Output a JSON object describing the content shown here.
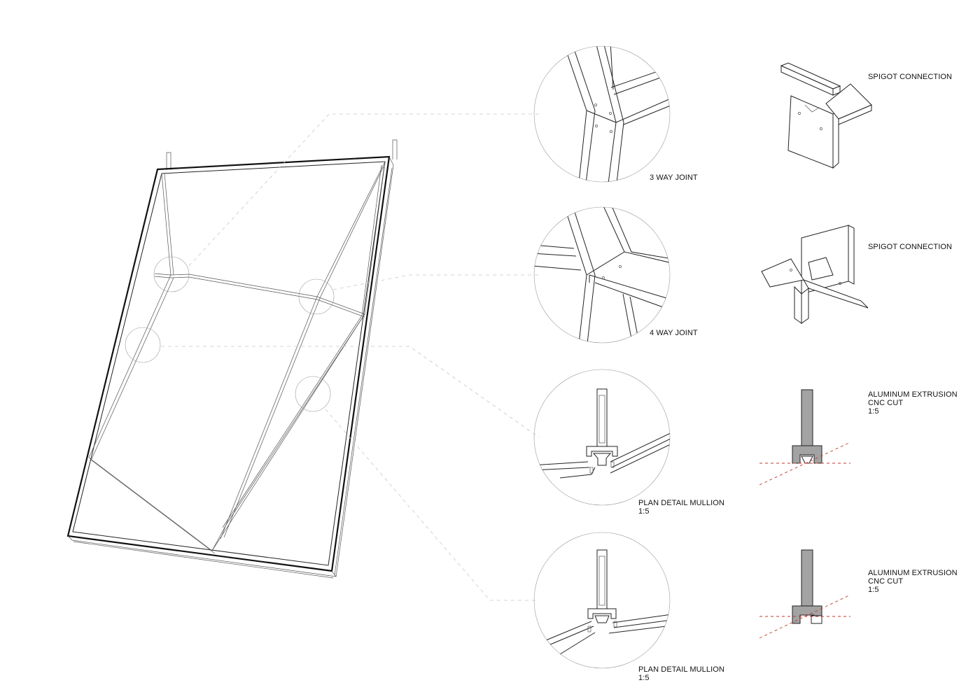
{
  "labels": {
    "three_way": "3 WAY JOINT",
    "four_way": "4 WAY JOINT",
    "plan_1": "PLAN DETAIL MULLION\n1:5",
    "plan_2": "PLAN DETAIL MULLION\n1:5",
    "spigot_1": "SPIGOT CONNECTION",
    "spigot_2": "SPIGOT CONNECTION",
    "alu_1": "ALUMINUM EXTRUSION\nCNC CUT\n1:5",
    "alu_2": "ALUMINUM EXTRUSION\nCNC CUT\n1:5"
  },
  "colors": {
    "line": "#222222",
    "extrusion_fill": "#a3a3a3",
    "cut_line": "#c0392b",
    "leader": "#c8c8c8"
  }
}
